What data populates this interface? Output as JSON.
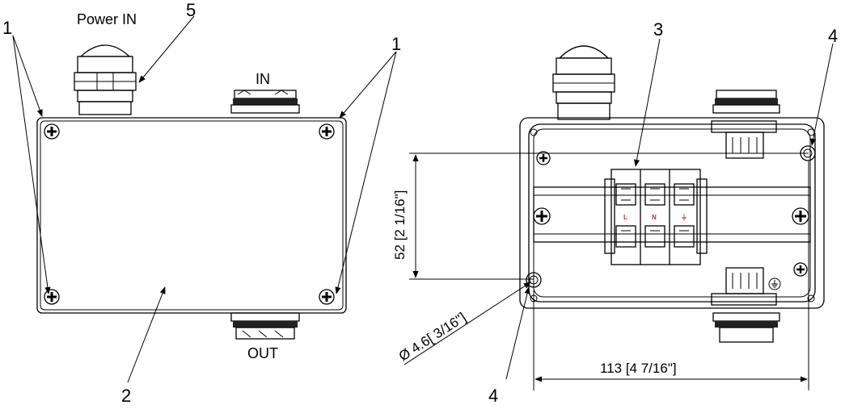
{
  "left_view": {
    "callout_1_left": "1",
    "callout_1_right": "1",
    "callout_2": "2",
    "callout_5": "5",
    "power_in_label": "Power IN",
    "in_label": "IN",
    "out_label": "OUT"
  },
  "right_view": {
    "callout_3": "3",
    "callout_4_top": "4",
    "callout_4_bottom": "4",
    "height_dim": "52 [2 1/16\"]",
    "width_dim": "113 [4 7/16\"]",
    "hole_dim": "Ø 4.6[ 3/16\"]",
    "terminal_labels": [
      "L",
      "N",
      "⏚"
    ]
  }
}
